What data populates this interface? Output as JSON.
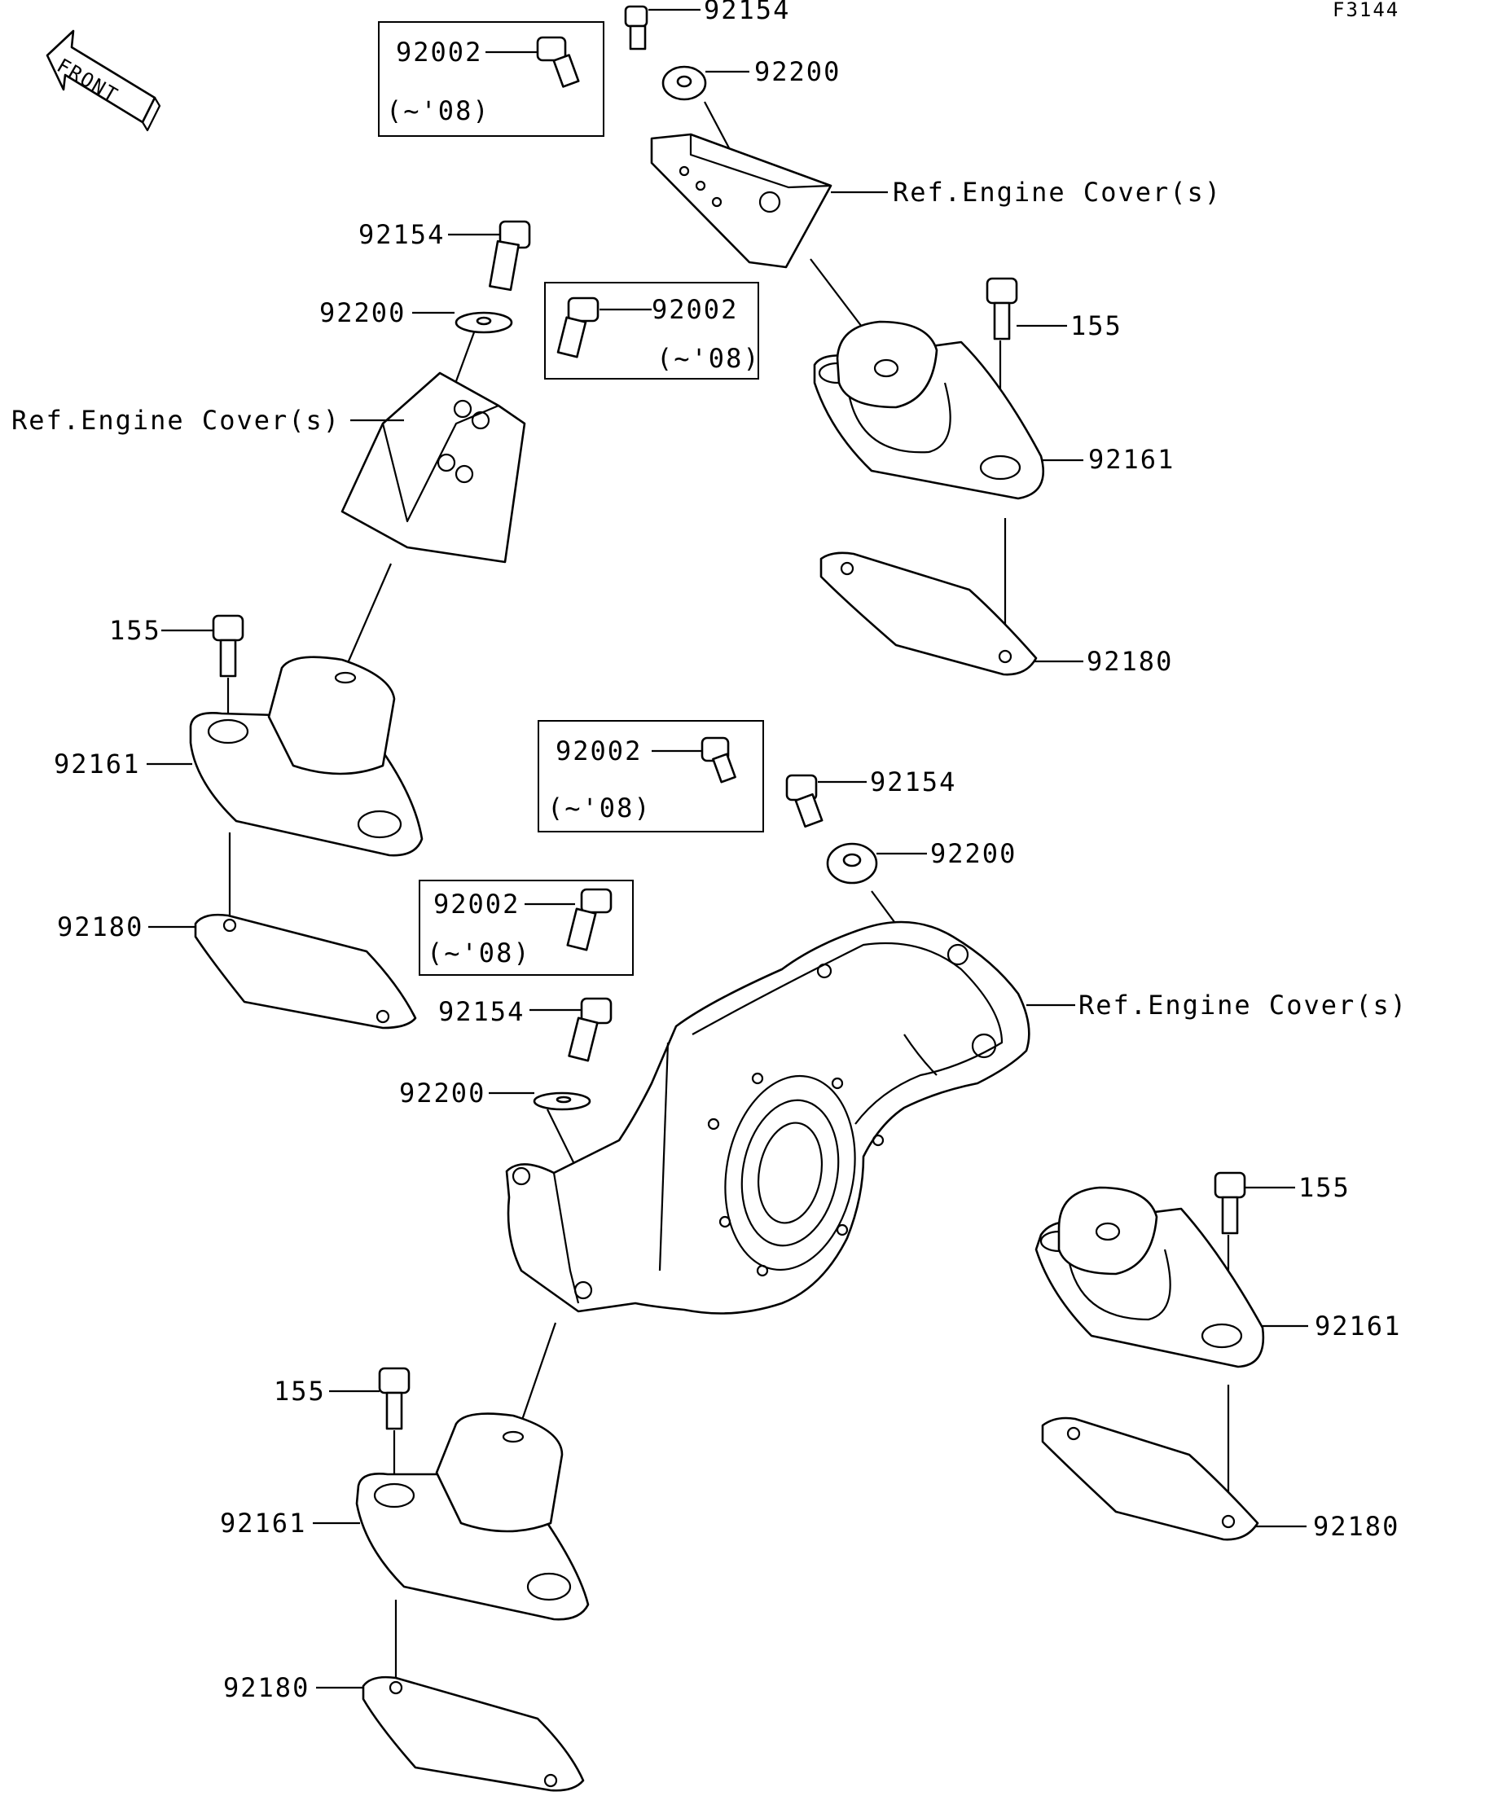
{
  "figure_code": "F3144",
  "front_arrow": {
    "text": "FRONT",
    "icon": "front-direction-arrow-icon"
  },
  "labels": {
    "top_bolt": "92154",
    "top_washer": "92200",
    "top_box_part": "92002",
    "top_box_note": "(~'08)",
    "top_ref": "Ref.Engine Cover(s)",
    "ul_bolt": "92154",
    "ul_washer": "92200",
    "ul_ref": "Ref.Engine Cover(s)",
    "ur_box_part": "92002",
    "ur_box_note": "(~'08)",
    "ur_bolt155": "155",
    "ur_mount": "92161",
    "ur_plate": "92180",
    "l_bolt155": "155",
    "l_mount": "92161",
    "l_plate": "92180",
    "mid_box_part": "92002",
    "mid_box_note": "(~'08)",
    "mid_bolt": "92154",
    "mid_washer": "92200",
    "low_box_part": "92002",
    "low_box_note": "(~'08)",
    "low_bolt": "92154",
    "low_washer": "92200",
    "mid_ref": "Ref.Engine Cover(s)",
    "br_bolt155": "155",
    "br_mount": "92161",
    "br_plate": "92180",
    "bl_bolt155": "155",
    "bl_mount": "92161",
    "bl_plate": "92180"
  }
}
